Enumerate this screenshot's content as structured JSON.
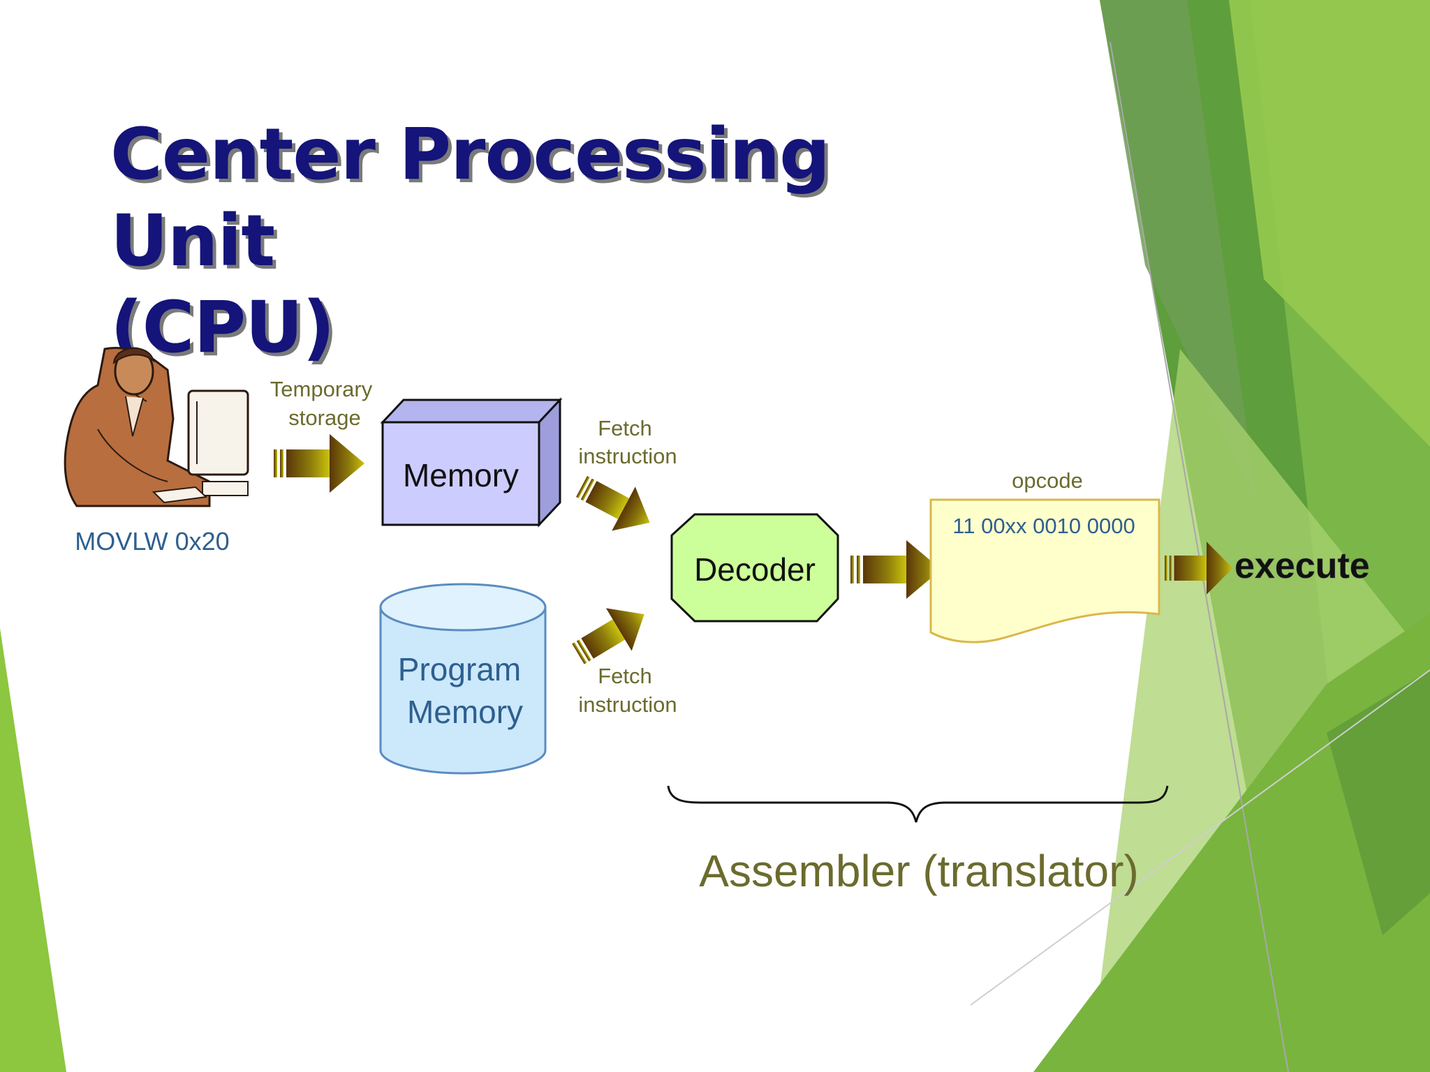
{
  "slide": {
    "title_line1": "Center Processing Unit",
    "title_line2": "(CPU)"
  },
  "diagram": {
    "user_instruction": "MOVLW 0x20",
    "temporary_storage_line1": "Temporary",
    "temporary_storage_line2": "storage",
    "memory_label": "Memory",
    "program_memory_line1": "Program",
    "program_memory_line2": "Memory",
    "fetch_top_line1": "Fetch",
    "fetch_top_line2": "instruction",
    "fetch_bottom_line1": "Fetch",
    "fetch_bottom_line2": "instruction",
    "decoder_label": "Decoder",
    "opcode_label": "opcode",
    "opcode_value": "11 00xx 0010 0000",
    "execute_label": "execute",
    "assembler_label": "Assembler (translator)"
  },
  "colors": {
    "title": "#14147a",
    "memory_fill": "#ccccff",
    "program_memory_fill": "#cce8fb",
    "decoder_fill": "#ccff99",
    "opcode_fill": "#ffffcc",
    "label_olive": "#6b6b2e",
    "label_blue": "#2e5f8f",
    "accent_green": "#8dc63f"
  },
  "icons": [
    "person-at-computer-icon"
  ]
}
